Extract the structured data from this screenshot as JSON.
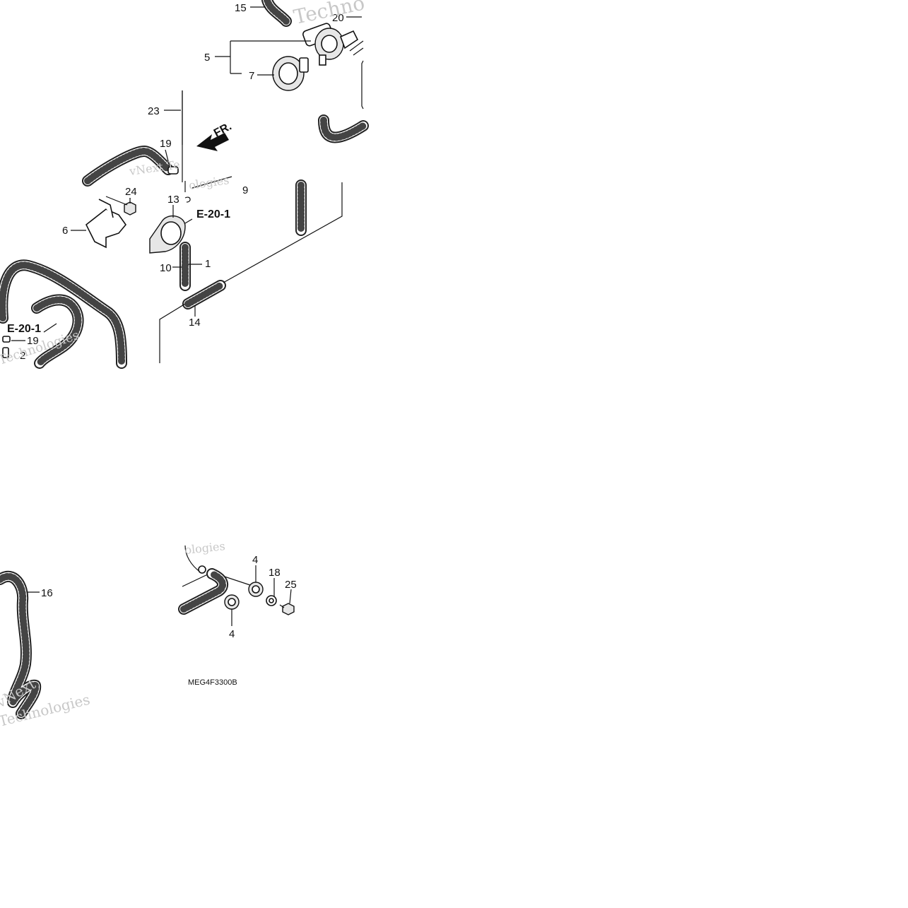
{
  "diagram": {
    "part_code": "MEG4F3300B",
    "direction_label": "FR.",
    "references": [
      "E-20-1",
      "E-20-1"
    ],
    "callouts": [
      "15",
      "20",
      "5",
      "7",
      "23",
      "19",
      "9",
      "24",
      "13",
      "6",
      "10",
      "1",
      "14",
      "19",
      "2",
      "16",
      "4",
      "18",
      "25",
      "4"
    ],
    "watermarks": [
      "Techno",
      "vNext Te",
      "ologies",
      "Technologies",
      "ologies",
      "Technologies",
      "vNext"
    ]
  }
}
